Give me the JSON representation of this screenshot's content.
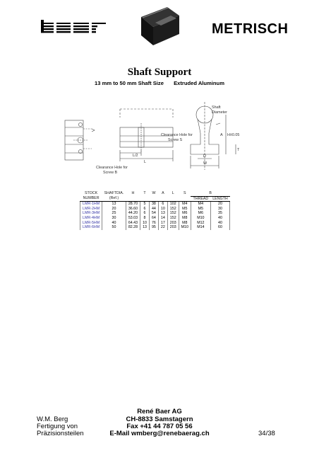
{
  "header": {
    "logo_text": "baer",
    "heading": "METRISCH"
  },
  "product": {
    "title": "Shaft Support",
    "size_range": "13 mm to 50 mm Shaft Size",
    "material": "Extruded Aluminum"
  },
  "drawing": {
    "labels": {
      "shaft_diameter_1": "Shaft",
      "shaft_diameter_2": "Diameter",
      "clearance_s_1": "Clearance Hole for",
      "clearance_s_2": "Screw S",
      "clearance_b_1": "Clearance Hole for",
      "clearance_b_2": "Screw B",
      "half_length": "L/2",
      "length": "L",
      "d": "D",
      "w": "W",
      "a": "A",
      "h": "H±0.05",
      "t": "T"
    }
  },
  "table": {
    "headers": [
      "STOCK",
      "SHAFTDIA.",
      "H",
      "T",
      "W",
      "A",
      "L",
      "S",
      "B"
    ],
    "subheaders": [
      "NUMBER",
      "(Ref.)",
      "THREAD",
      "LENGTH"
    ],
    "rows": [
      [
        "LMR-1HM",
        "13",
        "28.70",
        "5",
        "38",
        "6",
        "102",
        "M4",
        "M4",
        "20"
      ],
      [
        "LMR-2HM",
        "20",
        "36.60",
        "6",
        "44",
        "10",
        "152",
        "M5",
        "M5",
        "30"
      ],
      [
        "LMR-3HM",
        "25",
        "44.20",
        "6",
        "54",
        "13",
        "152",
        "M6",
        "M6",
        "35"
      ],
      [
        "LMR-4HM",
        "30",
        "53.03",
        "8",
        "64",
        "14",
        "152",
        "M8",
        "M10",
        "40"
      ],
      [
        "LMR-5HM",
        "40",
        "64.43",
        "10",
        "76",
        "17",
        "203",
        "M8",
        "M12",
        "40"
      ],
      [
        "LMR-6HM",
        "50",
        "82.28",
        "13",
        "95",
        "22",
        "203",
        "M10",
        "M14",
        "60"
      ]
    ]
  },
  "footer": {
    "company": "René Baer AG",
    "address": "CH-8833 Samstagern",
    "fax": "Fax  +41 44 787 05 56",
    "email": "E-Mail  wmberg@renebaerag.ch",
    "left_lines": [
      "W.M. Berg",
      "Fertigung von",
      "Präzisionsteilen"
    ],
    "page": "34/38"
  }
}
